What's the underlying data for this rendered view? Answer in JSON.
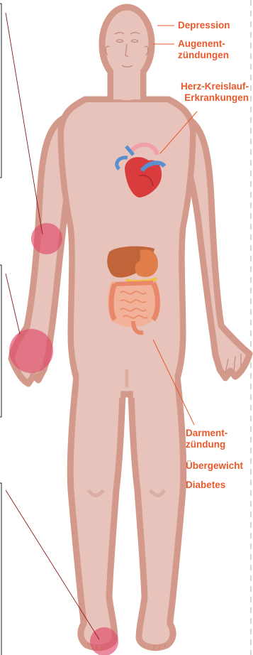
{
  "colors": {
    "label": "#e8582a",
    "leader_line": "#8a1a1a",
    "bracket": "#222222",
    "body_outline": "#d3998a",
    "body_fill": "#e7c3bb",
    "body_shadow": "#dfb2a7",
    "highlight": "#e04a6a",
    "dashed_divider": "#c0c0c0"
  },
  "labels": {
    "depression": "Depression",
    "eye": "Augenent-\nzündungen",
    "heart": "Herz-Kreislauf-\nErkrankungen",
    "intestine": "Darment-\nzündung",
    "overweight": "Übergewicht",
    "diabetes": "Diabetes"
  },
  "highlights": [
    "elbow",
    "hand",
    "foot"
  ],
  "organs": [
    "heart-icon",
    "liver-icon",
    "stomach-icon",
    "intestine-icon"
  ]
}
